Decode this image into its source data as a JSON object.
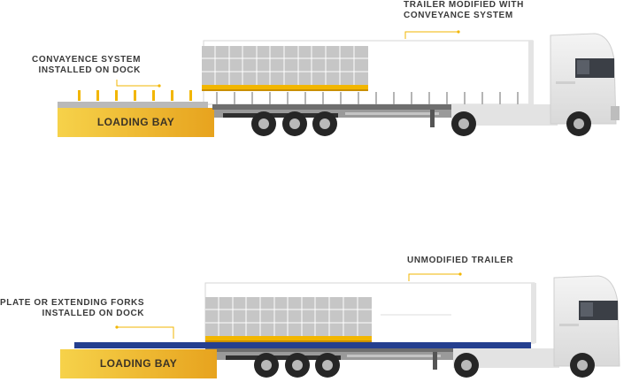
{
  "top_scene": {
    "callout_left": "CONVAYENCE SYSTEM\nINSTALLED ON DOCK",
    "callout_right": "TRAILER MODIFIED WITH\nCONVEYANCE SYSTEM",
    "dock_label": "LOADING BAY"
  },
  "bottom_scene": {
    "callout_left": "PLATE OR EXTENDING FORKS\nINSTALLED ON DOCK",
    "callout_right": "UNMODIFIED TRAILER",
    "dock_label": "LOADING BAY"
  },
  "colors": {
    "accent": "#f2b600",
    "dock_gradient_left": "#f6d24a",
    "dock_gradient_right": "#e7a31e",
    "plate_blue": "#243f8f",
    "trailer_grey": "#dedede",
    "cargo_grey": "#c6c6c6"
  }
}
